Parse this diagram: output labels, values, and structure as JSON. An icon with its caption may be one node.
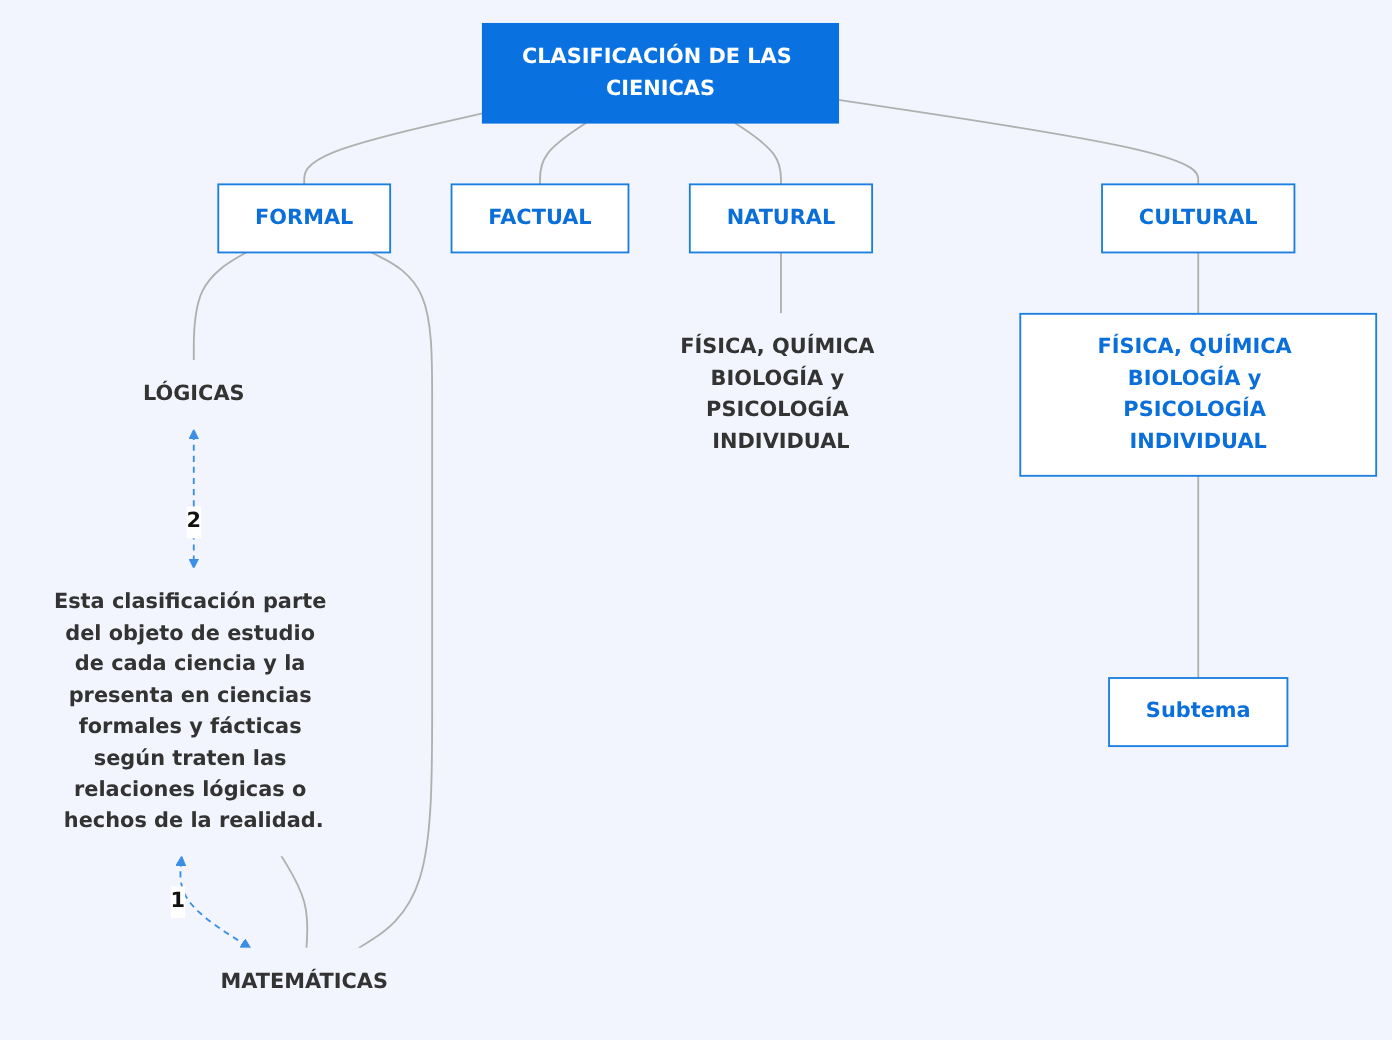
{
  "diagram": {
    "nodes": [
      {
        "text": [
          "CLASIFICACIÓN DE LAS CIENICAS"
        ]
      },
      {
        "text": [
          "FORMAL"
        ]
      },
      {
        "text": [
          "FACTUAL"
        ]
      },
      {
        "text": [
          "NATURAL"
        ]
      },
      {
        "text": [
          "CULTURAL"
        ]
      },
      {
        "text": [
          "LÓGICAS"
        ]
      },
      {
        "text": [
          "MATEMÁTICAS"
        ]
      },
      {
        "text": [
          "Esta clasificación parte del objeto de estudio de cada ciencia y la presenta en ciencias formales y fácticas según traten las relaciones lógicas o hechos de la realidad."
        ]
      },
      {
        "text": [
          "FÍSICA, QUÍMICA BIOLOGÍA y PSICOLOGÍA INDIVIDUAL"
        ]
      },
      {
        "text": [
          "FÍSICA, QUÍMICA BIOLOGÍA y PSICOLOGÍA INDIVIDUAL"
        ]
      },
      {
        "text": [
          "Subtema"
        ]
      }
    ],
    "edges": [
      {
        "from": 0,
        "to": 1,
        "arrow": "none"
      },
      {
        "from": 0,
        "to": 2,
        "arrow": "none"
      },
      {
        "from": 0,
        "to": 3,
        "arrow": "none"
      },
      {
        "from": 0,
        "to": 4,
        "arrow": "none"
      },
      {
        "from": 1,
        "to": 5,
        "arrow": "none"
      },
      {
        "from": 1,
        "to": 6,
        "arrow": "none"
      },
      {
        "from": 6,
        "to": 7,
        "arrow": "none"
      },
      {
        "from": 3,
        "to": 8,
        "arrow": "none"
      },
      {
        "from": 4,
        "to": 9,
        "arrow": "none"
      },
      {
        "from": 9,
        "to": 10,
        "arrow": "none"
      },
      {
        "from": 7,
        "to": 6,
        "arrow": "both",
        "label": "1",
        "style": "dashed",
        "color": "#3a8ee6"
      },
      {
        "from": 5,
        "to": 7,
        "arrow": "both",
        "label": "2",
        "style": "dashed",
        "color": "#3a8ee6"
      }
    ]
  }
}
